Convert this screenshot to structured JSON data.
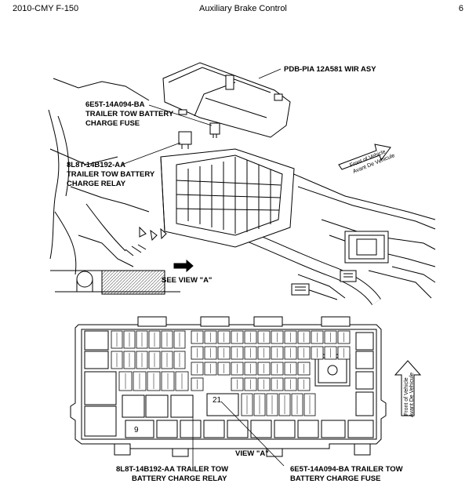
{
  "header": {
    "left": "2010-CMY F-150",
    "center": "Auxiliary Brake Control",
    "right": "6"
  },
  "top_view": {
    "callout_pdb": "PDB-PIA 12A581 WIR ASY",
    "callout_fuse": [
      "6E5T-14A094-BA",
      "TRAILER TOW BATTERY",
      "CHARGE FUSE"
    ],
    "callout_relay": [
      "8L8T-14B192-AA",
      "TRAILER TOW BATTERY",
      "CHARGE RELAY"
    ],
    "see_view": "SEE VIEW \"A\"",
    "front_arrow": [
      "Front of Vehicle",
      "Avant De Vehicule"
    ]
  },
  "bottom_view": {
    "cell_21": "21",
    "cell_9": "9",
    "view_label": "VIEW \"A\"",
    "callout_relay": [
      "8L8T-14B192-AA TRAILER TOW",
      "BATTERY CHARGE RELAY"
    ],
    "callout_fuse": [
      "6E5T-14A094-BA TRAILER TOW",
      "BATTERY CHARGE FUSE"
    ],
    "front_arrow": [
      "Front of Vehicle",
      "Avant De Vehicule"
    ]
  }
}
